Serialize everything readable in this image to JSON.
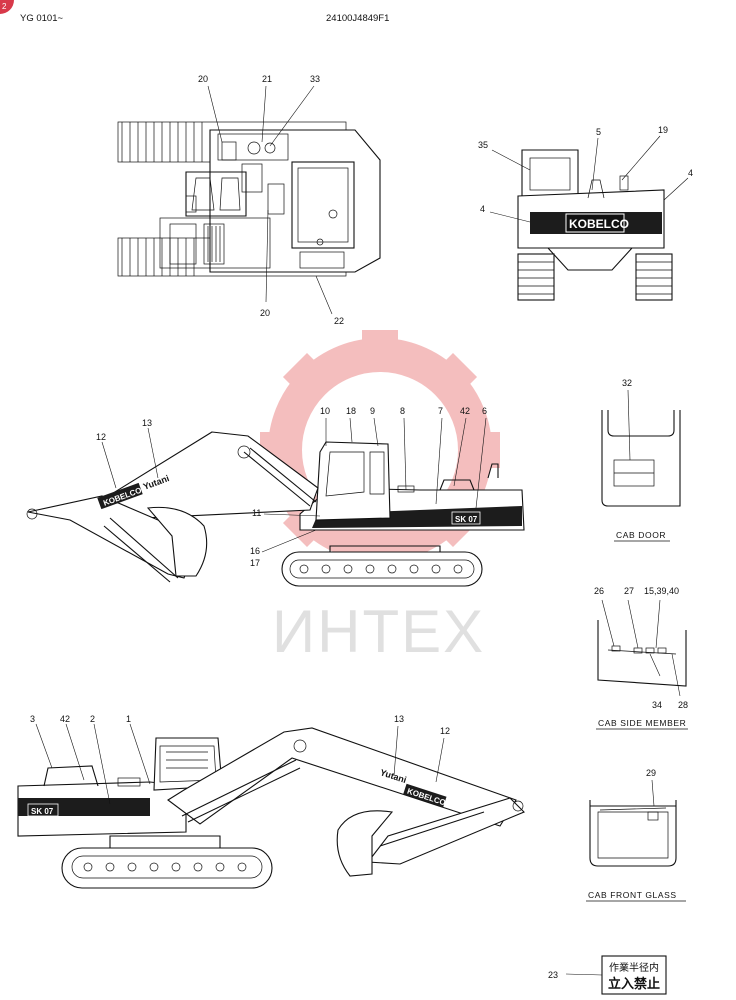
{
  "header": {
    "badge": "2",
    "serial_range": "YG 0101~",
    "part_number": "24100J4849F1"
  },
  "watermark": {
    "text": "ИНТЕХ",
    "color": "#e04848"
  },
  "brand": {
    "logo_text": "KOBELCO",
    "model_text": "SK 07",
    "maker_text": "Yutani"
  },
  "callouts": {
    "c20a": "20",
    "c21": "21",
    "c33": "33",
    "c20b": "20",
    "c22": "22",
    "c35": "35",
    "c5": "5",
    "c19": "19",
    "c4a": "4",
    "c4b": "4",
    "c32": "32",
    "c10": "10",
    "c18": "18",
    "c9": "9",
    "c8": "8",
    "c7": "7",
    "c42a": "42",
    "c6": "6",
    "c13a": "13",
    "c12a": "12",
    "c11": "11",
    "c16": "16",
    "c17": "17",
    "c26": "26",
    "c27": "27",
    "c15": "15,39,40",
    "c34": "34",
    "c28": "28",
    "c3": "3",
    "c42b": "42",
    "c2": "2",
    "c1": "1",
    "c13b": "13",
    "c12b": "12",
    "c29": "29",
    "c23": "23"
  },
  "captions": {
    "cab_door": "CAB  DOOR",
    "cab_side_member": "CAB  SIDE  MEMBER",
    "cab_front_glass": "CAB  FRONT  GLASS"
  },
  "sign": {
    "line1": "作業半径内",
    "line2": "立入禁止"
  }
}
